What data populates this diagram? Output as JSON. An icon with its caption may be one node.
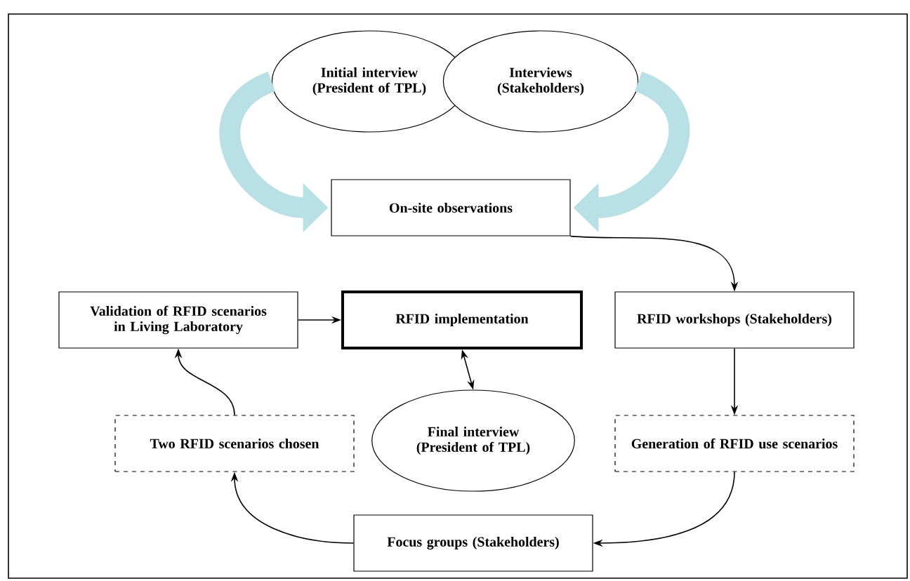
{
  "diagram": {
    "nodes": [
      {
        "text": [
          "Initial interview (President of TPL)"
        ]
      },
      {
        "text": [
          "Interviews (Stakeholders)"
        ]
      },
      {
        "text": [
          "On-site observations"
        ]
      },
      {
        "text": [
          "Validation of RFID scenarios in Living Laboratory"
        ]
      },
      {
        "text": [
          "RFID implementation"
        ]
      },
      {
        "text": [
          "RFID workshops (Stakeholders)"
        ]
      },
      {
        "text": [
          "Final interview (President of TPL)"
        ]
      },
      {
        "text": [
          "Two RFID scenarios chosen"
        ]
      },
      {
        "text": [
          "Generation of RFID use scenarios"
        ]
      },
      {
        "text": [
          "Focus groups (Stakeholders)"
        ]
      }
    ],
    "edges": [
      {
        "from": 0,
        "to": 2,
        "arrow": "to",
        "style": "thick",
        "color": "#b9e0e5"
      },
      {
        "from": 1,
        "to": 2,
        "arrow": "to",
        "style": "thick",
        "color": "#b9e0e5"
      },
      {
        "from": 2,
        "to": 5,
        "arrow": "to"
      },
      {
        "from": 3,
        "to": 4,
        "arrow": "to"
      },
      {
        "from": 4,
        "to": 6,
        "arrow": "both"
      },
      {
        "from": 5,
        "to": 8,
        "arrow": "to"
      },
      {
        "from": 8,
        "to": 9,
        "arrow": "to"
      },
      {
        "from": 9,
        "to": 7,
        "arrow": "to"
      },
      {
        "from": 7,
        "to": 3,
        "arrow": "to"
      }
    ]
  }
}
